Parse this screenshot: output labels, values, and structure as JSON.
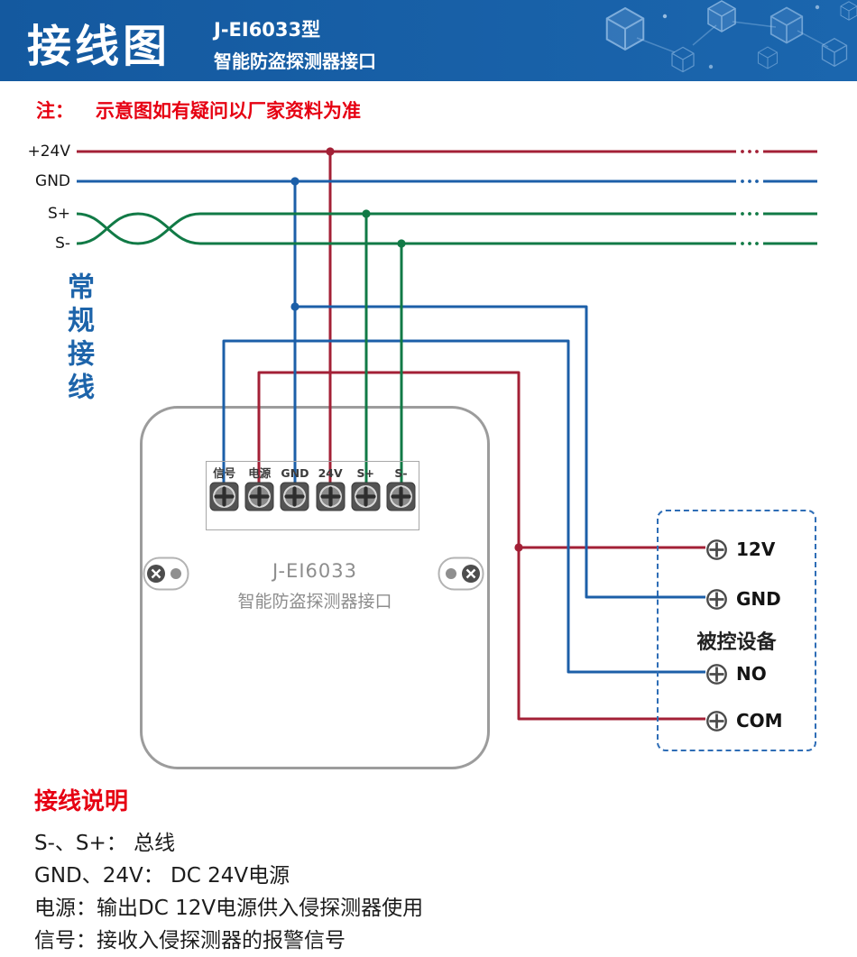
{
  "header": {
    "title": "接线图",
    "model": "J-EI6033型",
    "subtitle": "智能防盗探测器接口"
  },
  "note": {
    "prefix": "注：",
    "text": "示意图如有疑问以厂家资料为准"
  },
  "bus_labels": [
    "+24V",
    "GND",
    "S+",
    "S-"
  ],
  "side_label": "常规接线",
  "device": {
    "terminals": [
      "信号",
      "电源",
      "GND",
      "24V",
      "S+",
      "S-"
    ],
    "model": "J-EI6033",
    "name": "智能防盗探测器接口"
  },
  "controlled_device": {
    "title": "被控设备",
    "ports": [
      "12V",
      "GND",
      "NO",
      "COM"
    ]
  },
  "legend": {
    "title": "接线说明",
    "lines": [
      "S-、S+： 总线",
      "GND、24V： DC 24V电源",
      "电源：输出DC 12V电源供入侵探测器使用",
      "信号：接收入侵探测器的报警信号"
    ]
  },
  "icons": {
    "terminal_screw": "phillips-screw-icon",
    "port_screw": "screw-terminal-icon",
    "mount": "mounting-screw-icon"
  },
  "colors": {
    "header_blue": "#1761a8",
    "wire_red": "#a32036",
    "wire_blue": "#1c5fa8",
    "wire_green": "#117a46",
    "note_red": "#e60012",
    "accent_blue": "#1d64aa"
  }
}
